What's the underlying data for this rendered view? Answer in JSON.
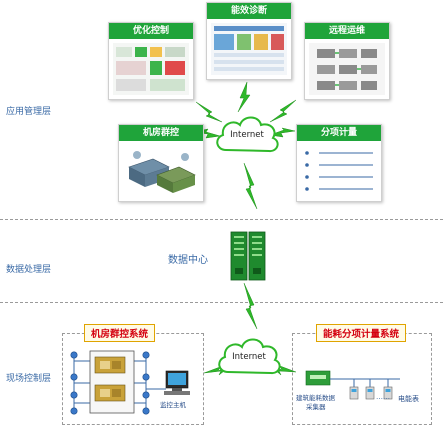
{
  "layers": {
    "app": "应用管理层",
    "processing": "数据处理层",
    "field": "现场控制层"
  },
  "cards": {
    "optimize": "优化控制",
    "diagnosis": "能效诊断",
    "remote": "远程运维",
    "machine_room": "机房群控",
    "metering": "分项计量"
  },
  "cloud_label": "Internet",
  "data_center": "数据中心",
  "field": {
    "group_control_title": "机房群控系统",
    "energy_title": "能耗分项计量系统",
    "monitor_host": "监控主机",
    "collector_line1": "建筑能耗数据",
    "collector_line2": "采集器",
    "meter": "电能表",
    "ellipsis": "……"
  },
  "colors": {
    "accent_green": "#1fa43a",
    "bolt_green": "#2fb82a",
    "layer_text": "#3a6aa6",
    "system_title_red": "#d4000f"
  }
}
